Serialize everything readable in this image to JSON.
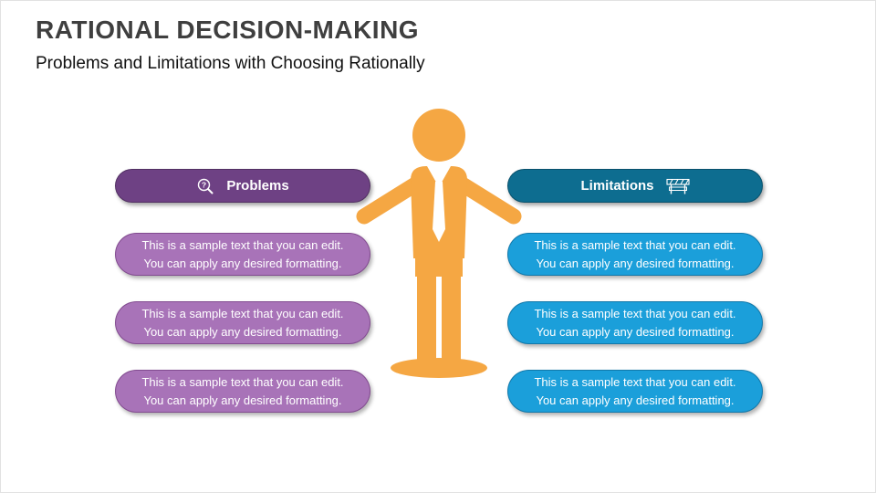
{
  "slide": {
    "title": "RATIONAL DECISION-MAKING",
    "subtitle": "Problems and Limitations with Choosing Rationally"
  },
  "colors": {
    "title_gray": "#3f3f3f",
    "subtitle_black": "#111111",
    "purple_dark": "#6e4184",
    "purple_light": "#a873b8",
    "teal_dark": "#0d6d90",
    "blue_light": "#1b9fda",
    "person_orange": "#f5a743"
  },
  "figure": {
    "name": "businessman-silhouette",
    "color": "#f5a743"
  },
  "left_panel": {
    "header": "Problems",
    "icon": "magnifier-question-icon",
    "items": [
      {
        "lines": [
          "This is a sample text that you can edit.",
          "You can apply any desired formatting."
        ]
      },
      {
        "lines": [
          "This is a sample text that you can edit.",
          "You can apply any desired formatting."
        ]
      },
      {
        "lines": [
          "This is a sample text that you can edit.",
          "You can apply any desired formatting."
        ]
      }
    ]
  },
  "right_panel": {
    "header": "Limitations",
    "icon": "barrier-icon",
    "items": [
      {
        "lines": [
          "This is a sample text that you can edit.",
          "You can apply any desired formatting."
        ]
      },
      {
        "lines": [
          "This is a sample text that you can edit.",
          "You can apply any desired formatting."
        ]
      },
      {
        "lines": [
          "This is a sample text that you can edit.",
          "You can apply any desired formatting."
        ]
      }
    ]
  }
}
